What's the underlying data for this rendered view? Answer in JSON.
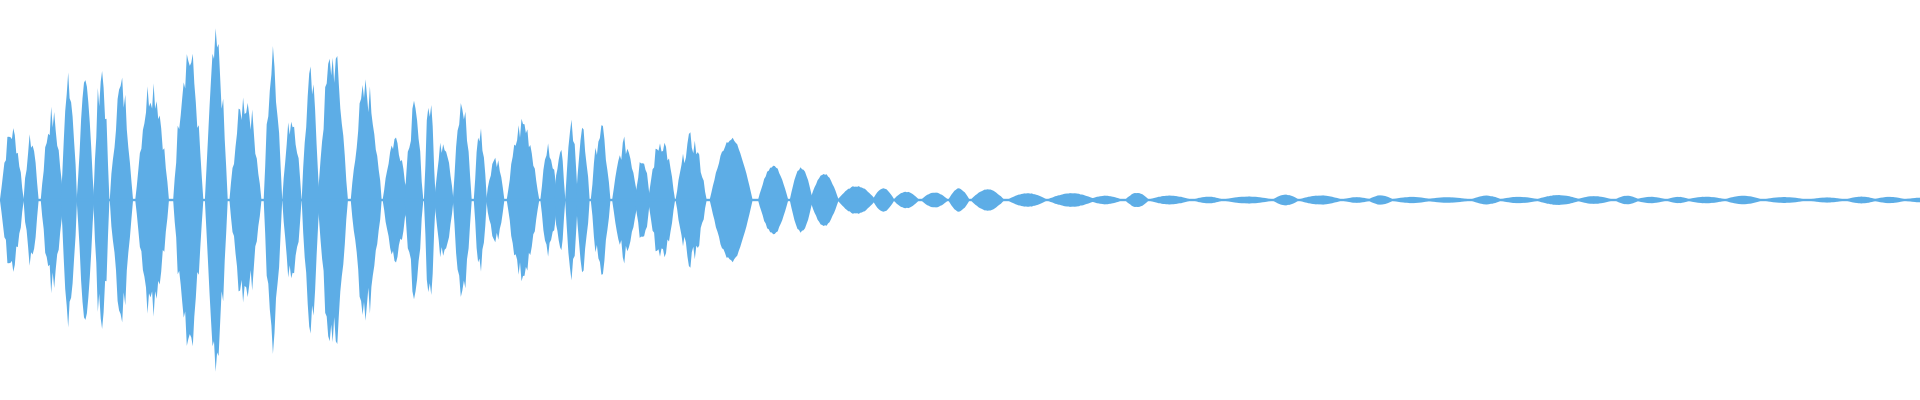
{
  "waveform": {
    "color": "#5DADE6",
    "background": "#FFFFFF",
    "amplitude_profile": [
      0.42,
      0.62,
      0.8,
      0.95,
      0.98,
      0.86,
      0.72,
      0.6,
      0.78,
      0.88,
      0.7,
      0.55,
      0.6,
      0.5,
      0.4,
      0.36,
      0.45,
      0.48,
      0.35,
      0.28,
      0.33,
      0.3,
      0.2,
      0.16,
      0.1,
      0.06,
      0.04,
      0.06,
      0.08,
      0.05,
      0.04,
      0.03,
      0.045,
      0.03,
      0.025,
      0.02,
      0.03,
      0.02,
      0.015,
      0.02,
      0.02,
      0.015,
      0.018,
      0.015,
      0.02,
      0.018,
      0.022,
      0.018,
      0.02,
      0.016,
      0.018,
      0.015,
      0.014,
      0.016,
      0.015,
      0.014
    ],
    "bursts": 96
  }
}
